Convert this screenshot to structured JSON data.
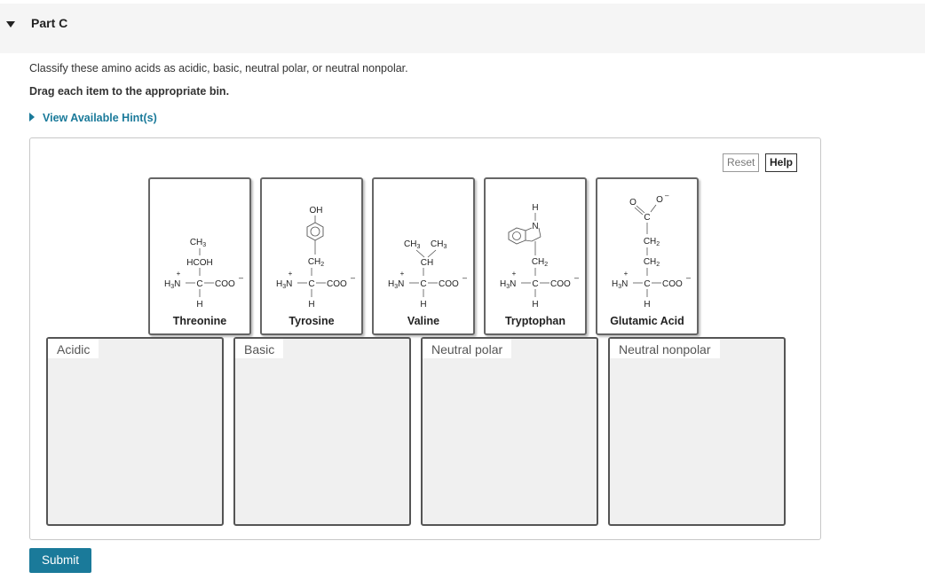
{
  "part": {
    "title": "Part C"
  },
  "question": {
    "instruction": "Classify these amino acids as acidic, basic, neutral polar, or neutral nonpolar.",
    "drag_instruction": "Drag each item to the appropriate bin.",
    "hint_link": "View Available Hint(s)"
  },
  "toolbar": {
    "reset_label": "Reset",
    "help_label": "Help"
  },
  "items": [
    {
      "name": "Threonine"
    },
    {
      "name": "Tyrosine"
    },
    {
      "name": "Valine"
    },
    {
      "name": "Tryptophan"
    },
    {
      "name": "Glutamic Acid"
    }
  ],
  "bins": [
    {
      "label": "Acidic"
    },
    {
      "label": "Basic"
    },
    {
      "label": "Neutral polar"
    },
    {
      "label": "Neutral nonpolar"
    }
  ],
  "submit_label": "Submit",
  "colors": {
    "accent": "#1a7a9a",
    "header_bg": "#f5f5f5",
    "bin_bg": "#f0f0f0"
  }
}
